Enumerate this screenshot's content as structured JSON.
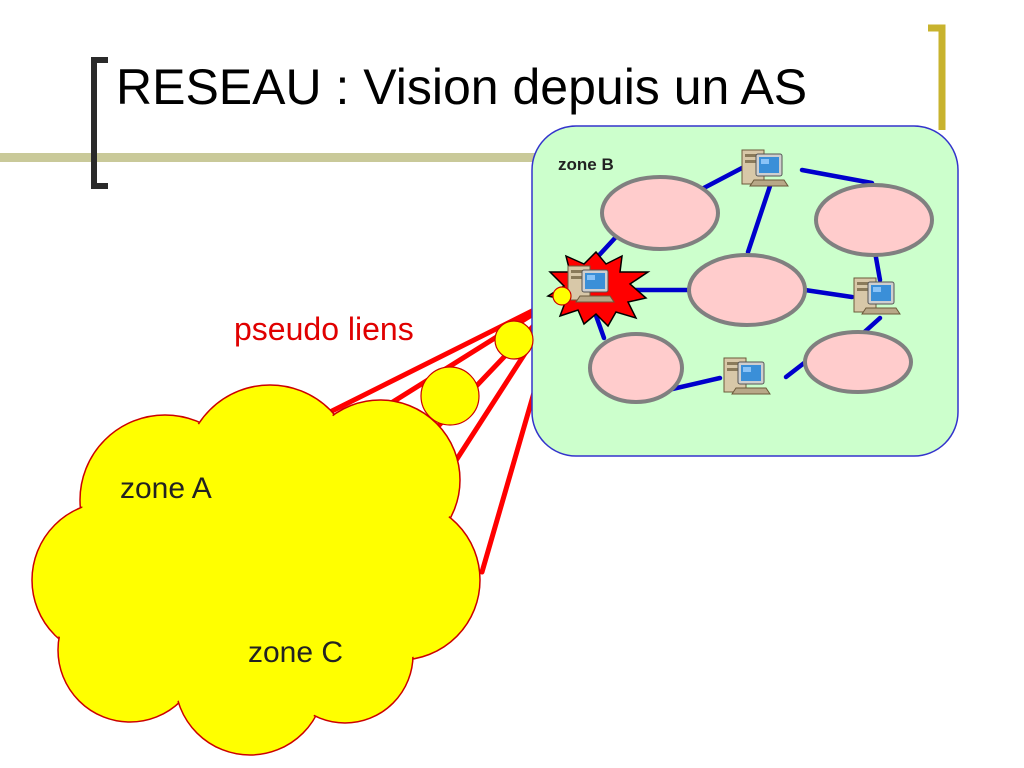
{
  "slide": {
    "title": "RESEAU : Vision depuis un AS"
  },
  "diagram": {
    "zone_b_label": "zone B",
    "zone_a_label": "zone A",
    "zone_c_label": "zone C",
    "pseudo_links_label": "pseudo liens"
  },
  "colors": {
    "accent_bracket": "#C8B32E",
    "title_bar": "#C9C999",
    "zone_b_fill": "#CCFFCC",
    "zone_b_border": "#3333CC",
    "area_fill": "#FFCCCC",
    "area_border": "#808080",
    "link_blue": "#0000CC",
    "pseudo_link_red": "#FF0000",
    "cloud_fill": "#FFFF00",
    "cloud_border": "#CC0000"
  },
  "icons": [
    "computer-router-icon",
    "highlighted-border-router-icon"
  ]
}
